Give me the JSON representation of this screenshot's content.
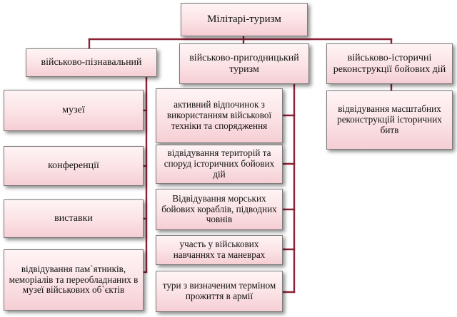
{
  "root": {
    "label": "Мілітарі-туризм"
  },
  "categories": [
    {
      "label": "військово-пізнавальний",
      "items": [
        "музеї",
        "конференції",
        "виставки",
        "відвідування пам`ятників, меморіалів та переобладнаних  в музеї військових об`єктів"
      ]
    },
    {
      "label": "військово-пригодницький туризм",
      "items": [
        "активний відпочинок з використанням військової техніки та спорядження",
        "відвідування територій та споруд історичних бойових дій",
        "Відвідування морських бойових кораблів, підводних човнів",
        "участь у військових навчаннях та маневрах",
        "тури з визначеним терміном прожиття в армії"
      ]
    },
    {
      "label": "військово-історичні реконструкції бойових дій",
      "items": [
        "відвідування масштабних реконструкцій історичних битв"
      ]
    }
  ],
  "colors": {
    "connector": "#8b2236",
    "box_top": "#fff4f5",
    "box_bottom": "#f5ced4",
    "border": "#7a7a7a"
  }
}
